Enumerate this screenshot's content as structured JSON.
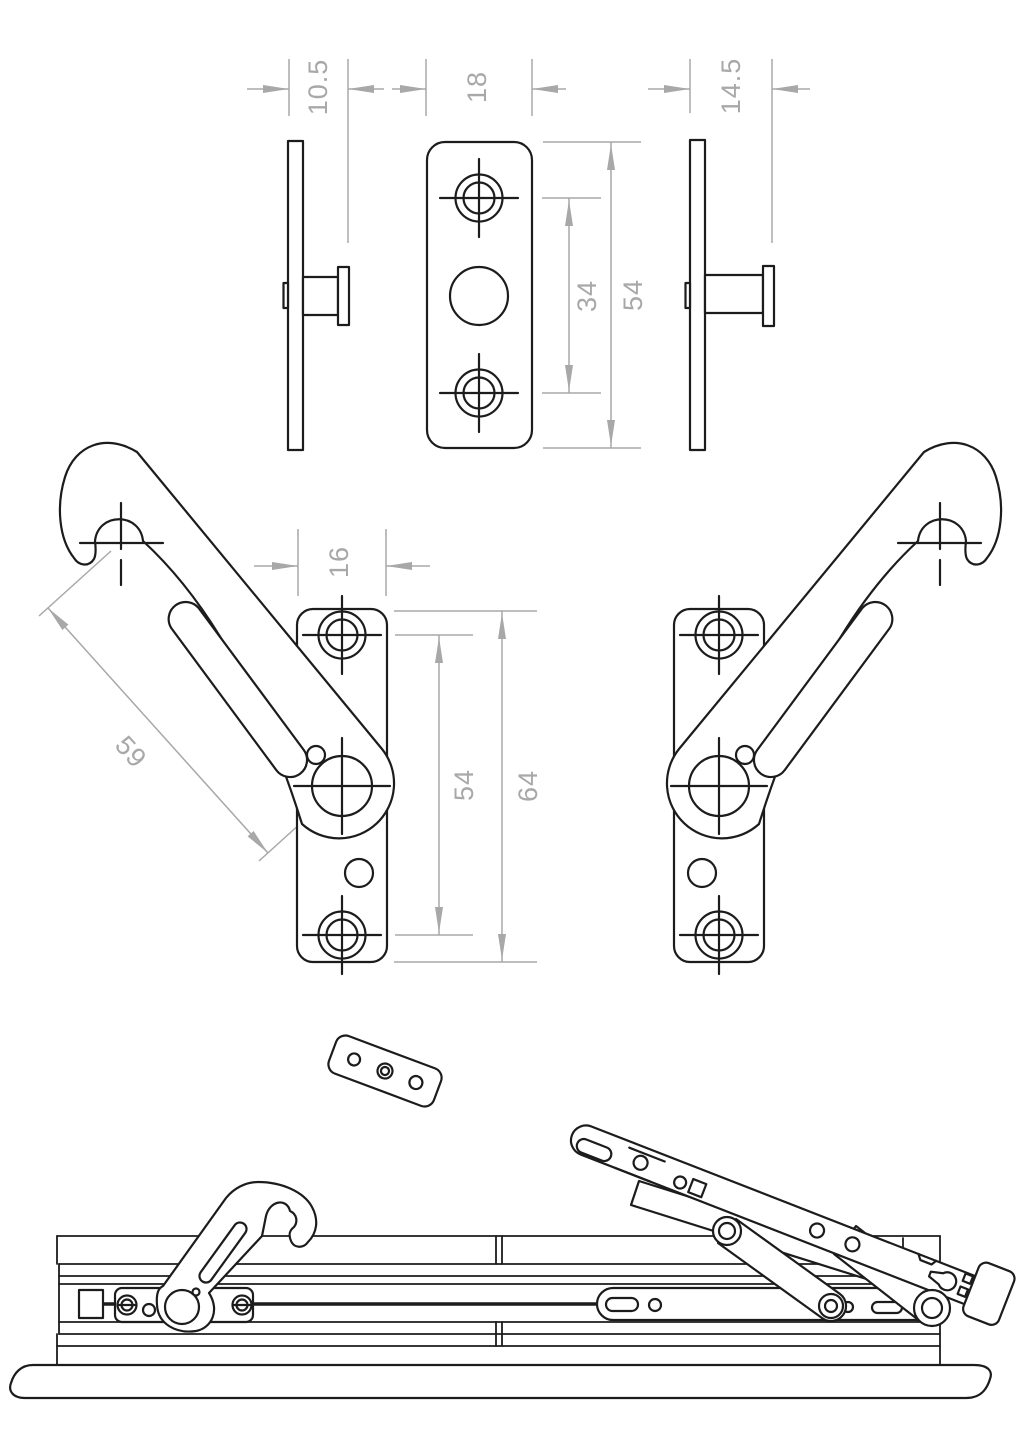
{
  "drawing": {
    "background": "#ffffff",
    "part_line_color": "#1c1c1c",
    "dimension_color": "#a8a8a8",
    "views": {
      "keep_side_left": {
        "depth": "10.5"
      },
      "keep_front": {
        "width": "18",
        "hole_spacing": "34",
        "height": "54"
      },
      "keep_side_right": {
        "depth": "14.5"
      },
      "restrictor": {
        "plate_width": "16",
        "arm_length": "59",
        "hole_spacing": "54",
        "plate_height": "64"
      }
    }
  }
}
